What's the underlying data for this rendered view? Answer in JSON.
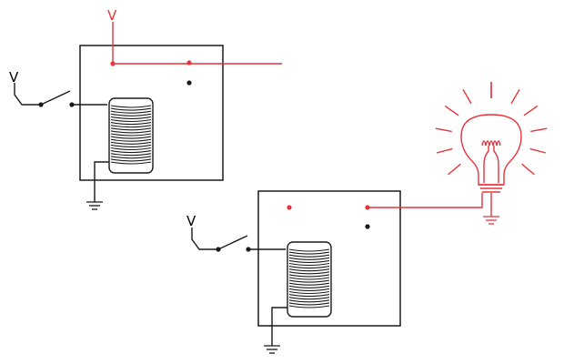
{
  "labels": {
    "supply_top": "V",
    "switch1_supply": "V",
    "switch2_supply": "V"
  },
  "colors": {
    "wire": "#1a1a1a",
    "energized": "#e8323c",
    "background": "#ffffff"
  },
  "relays": [
    {
      "id": "relay-1",
      "contact_closed": true,
      "switch_closed": true
    },
    {
      "id": "relay-2",
      "contact_closed": true,
      "switch_closed": true
    }
  ],
  "lamp": {
    "lit": true
  },
  "icons": [
    "light-bulb-icon",
    "ground-icon",
    "coil-icon",
    "switch-icon"
  ]
}
